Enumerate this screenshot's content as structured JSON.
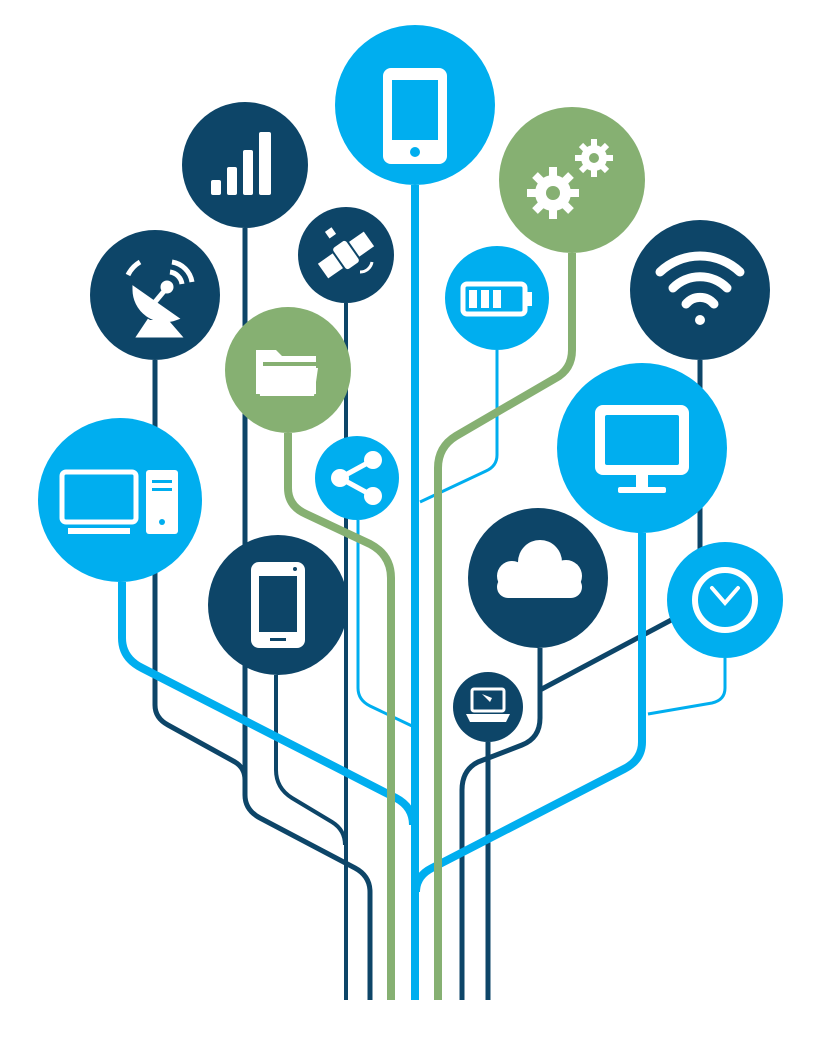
{
  "colors": {
    "light_blue": "#00aeef",
    "navy": "#0d4568",
    "green": "#86b072",
    "icon": "#ffffff",
    "background": "#ffffff"
  },
  "nodes": [
    {
      "icon": "tablet-icon",
      "color": "light_blue"
    },
    {
      "icon": "signal-bars-icon",
      "color": "navy"
    },
    {
      "icon": "gears-icon",
      "color": "green"
    },
    {
      "icon": "satellite-dish-icon",
      "color": "navy"
    },
    {
      "icon": "satellite-icon",
      "color": "navy"
    },
    {
      "icon": "battery-icon",
      "color": "light_blue"
    },
    {
      "icon": "wifi-icon",
      "color": "navy"
    },
    {
      "icon": "folder-icon",
      "color": "green"
    },
    {
      "icon": "desktop-computer-icon",
      "color": "light_blue"
    },
    {
      "icon": "share-icon",
      "color": "light_blue"
    },
    {
      "icon": "monitor-icon",
      "color": "light_blue"
    },
    {
      "icon": "smartphone-icon",
      "color": "navy"
    },
    {
      "icon": "cloud-icon",
      "color": "navy"
    },
    {
      "icon": "clock-icon",
      "color": "light_blue"
    },
    {
      "icon": "laptop-icon",
      "color": "navy"
    }
  ]
}
